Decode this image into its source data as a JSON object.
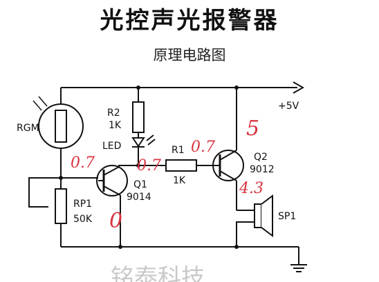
{
  "title": "光控声光报警器",
  "subtitle": "原理电路图",
  "components": {
    "rgm": "RGM",
    "r2": "R2",
    "r2_value": "1K",
    "led": "LED",
    "r1": "R1",
    "r1_value": "1K",
    "q1": "Q1",
    "q1_model": "9014",
    "q2": "Q2",
    "q2_model": "9012",
    "rp1": "RP1",
    "rp1_value": "50K",
    "sp1": "SP1",
    "supply": "+5V"
  },
  "annotations": {
    "rgm_node": "0.7",
    "q1_collector": "0.7",
    "r1_right": "0.7",
    "q2_emitter": "5",
    "q2_collector": "4.3",
    "q1_emitter": "0"
  },
  "watermark": "铭泰科技"
}
